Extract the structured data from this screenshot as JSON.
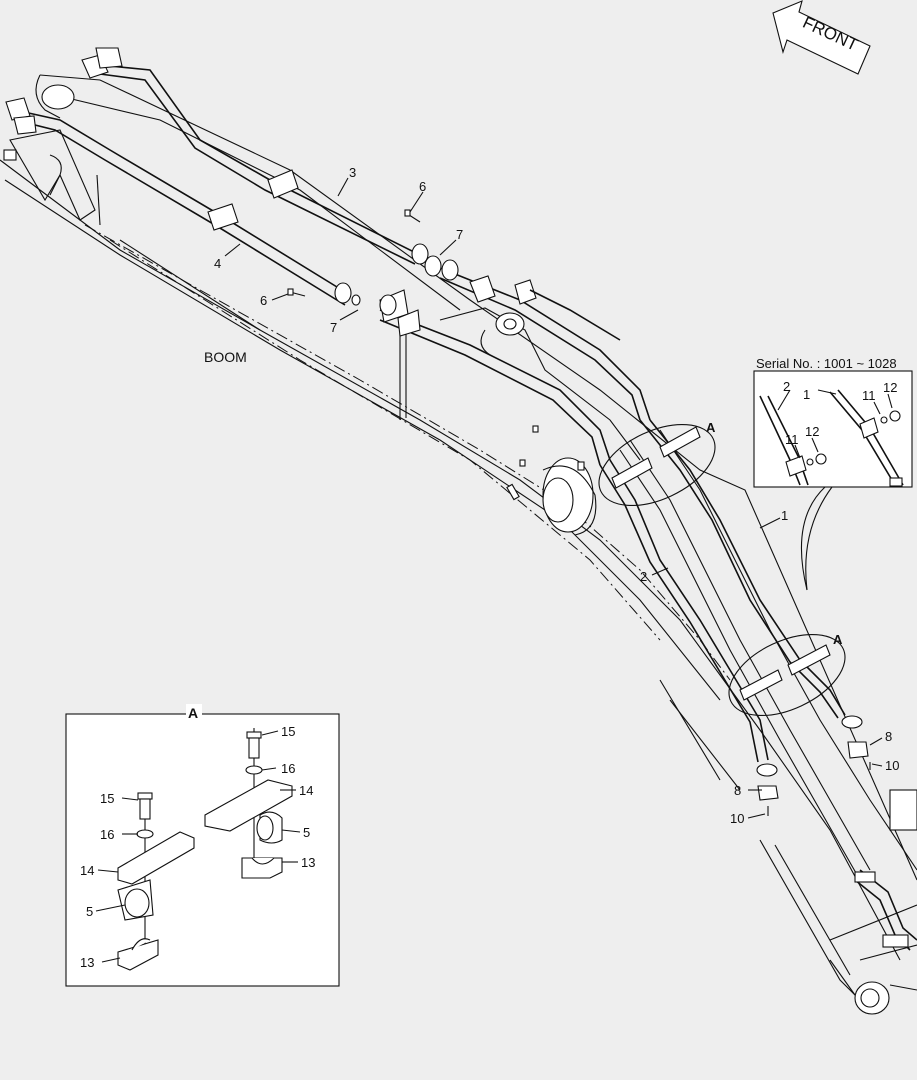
{
  "front_arrow": {
    "label": "FRONT"
  },
  "boom_label": "BOOM",
  "serial_box": {
    "title": "Serial No. : 1001 ~ 1028"
  },
  "detail_a": {
    "title": "A"
  },
  "callouts": {
    "c1": "1",
    "c2": "2",
    "c3": "3",
    "c4": "4",
    "c5": "5",
    "c6": "6",
    "c7": "7",
    "c8": "8",
    "c10": "10",
    "c11": "11",
    "c12": "12",
    "c13": "13",
    "c14": "14",
    "c15": "15",
    "c16": "16",
    "a": "A"
  },
  "colors": {
    "background": "#eeeeee",
    "line": "#111111",
    "part_fill": "#ffffff"
  }
}
